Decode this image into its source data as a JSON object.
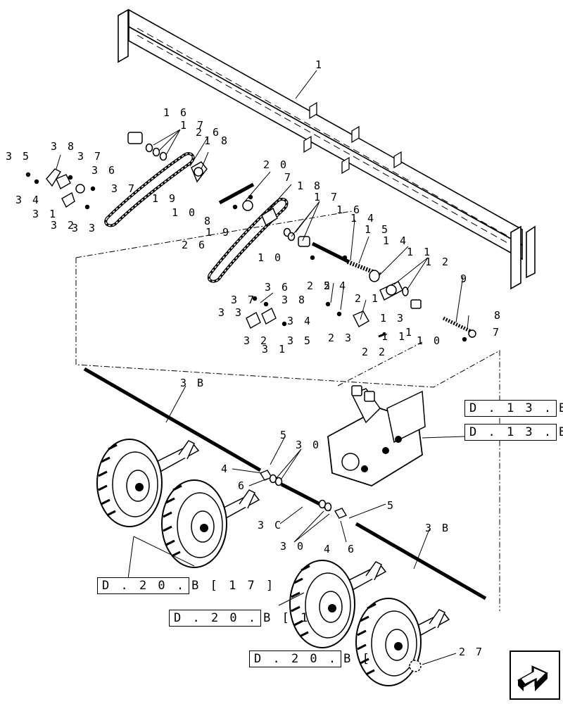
{
  "callouts": {
    "c1": "1",
    "c16a": "1 6",
    "c17a": "1 7",
    "c26a": "2 6",
    "c18a": "1 8",
    "c38a": "3 8",
    "c35a": "3 5",
    "c37a": "3 7",
    "c36a": "3 6",
    "c37b": "3 7",
    "c34a": "3 4",
    "c31a": "3 1",
    "c32a": "3 2",
    "c33a": "3 3",
    "c19a": "1 9",
    "c20": "2 0",
    "c7a": "7",
    "c18b": "1 8",
    "c10a": "1 0",
    "c8a": "8",
    "c19b": "1 9",
    "c17b": "1 7",
    "c16b": "1 6",
    "c26b": "2 6",
    "c10b": "1 0",
    "c14a": "1 4",
    "c15": "1 5",
    "c14b": "1 4",
    "c11a": "1 1",
    "c12": "1 2",
    "c9": "9",
    "c36b": "3 6",
    "c37c": "3 7",
    "c38b": "3 8",
    "c33b": "3 3",
    "c34b": "3 4",
    "c35b": "3 5",
    "c32b": "3 2",
    "c31b": "3 1",
    "c25": "2 5",
    "c2": "2",
    "c4a": "4",
    "c21": "2 1",
    "c13": "1 3",
    "c1b": "1",
    "c23": "2 3",
    "c11b": "1 1",
    "c22": "2 2",
    "c10c": "1 0",
    "c8b": "8",
    "c7b": "7",
    "c3B1": "3 B",
    "c5a": "5",
    "c30a": "3 0",
    "c4b": "4",
    "c6a": "6",
    "c3C": "3 C",
    "c5b": "5",
    "c30b": "3 0",
    "c4c": "4",
    "c6b": "6",
    "c3B2": "3 B",
    "c27": "2 7"
  },
  "refs": {
    "d13a": {
      "code": "D . 1 3 .",
      "suffix": "B ["
    },
    "d13b": {
      "code": "D . 1 3 .",
      "suffix": "B ["
    },
    "d20a": {
      "code": "D . 2 0 .",
      "suffix": "B [ 1 7 ]"
    },
    "d20b": {
      "code": "D . 2 0 .",
      "suffix": "B [ 1"
    },
    "d20c": {
      "code": "D . 2 0 .",
      "suffix": "B ["
    }
  },
  "nav": {
    "icon": "next-page-arrow-icon"
  }
}
